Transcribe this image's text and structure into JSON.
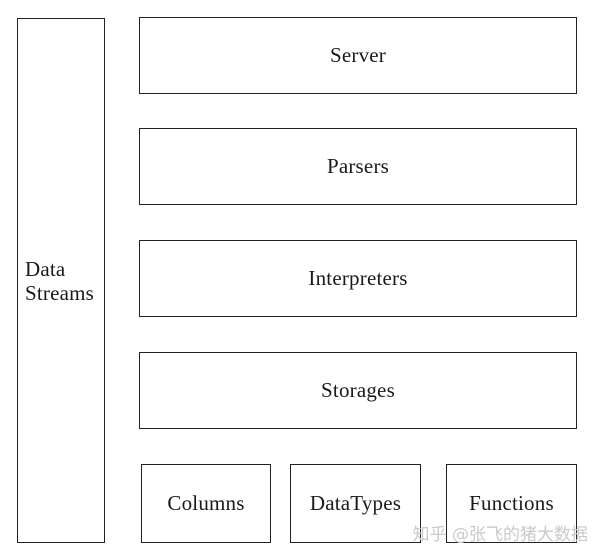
{
  "side": {
    "line1": "Data",
    "line2": "Streams"
  },
  "layers": {
    "server": "Server",
    "parsers": "Parsers",
    "interpreters": "Interpreters",
    "storages": "Storages"
  },
  "bottom": {
    "columns": "Columns",
    "datatypes": "DataTypes",
    "functions": "Functions"
  },
  "watermark": "知乎 @张飞的猪大数据"
}
